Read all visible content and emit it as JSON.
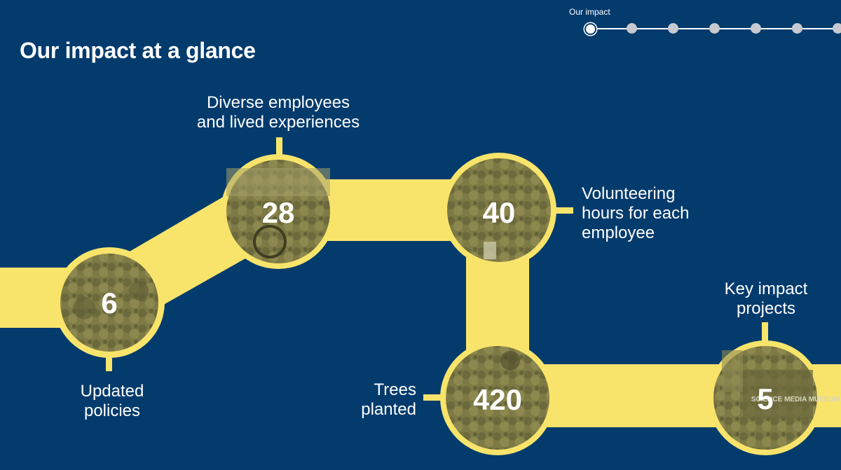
{
  "page": {
    "title": "Our impact at a glance"
  },
  "progress": {
    "label": "Our impact",
    "steps": 7,
    "active_index": 0
  },
  "stats": [
    {
      "value": "6",
      "label_line1": "Updated",
      "label_line2": "policies"
    },
    {
      "value": "28",
      "label_line1": "Diverse employees",
      "label_line2": "and lived experiences"
    },
    {
      "value": "40",
      "label_line1": "Volunteering",
      "label_line2": "hours for each",
      "label_line3": "employee"
    },
    {
      "value": "420",
      "label_line1": "Trees",
      "label_line2": "planted"
    },
    {
      "value": "5",
      "label_line1": "Key impact",
      "label_line2": "projects",
      "photo_text": "SCIENCE MEDIA MUSEUM"
    }
  ],
  "colors": {
    "background": "#043b6d",
    "accent_yellow": "#f9e46b",
    "photo_tint": "#7d7a45",
    "text": "#ffffff"
  }
}
